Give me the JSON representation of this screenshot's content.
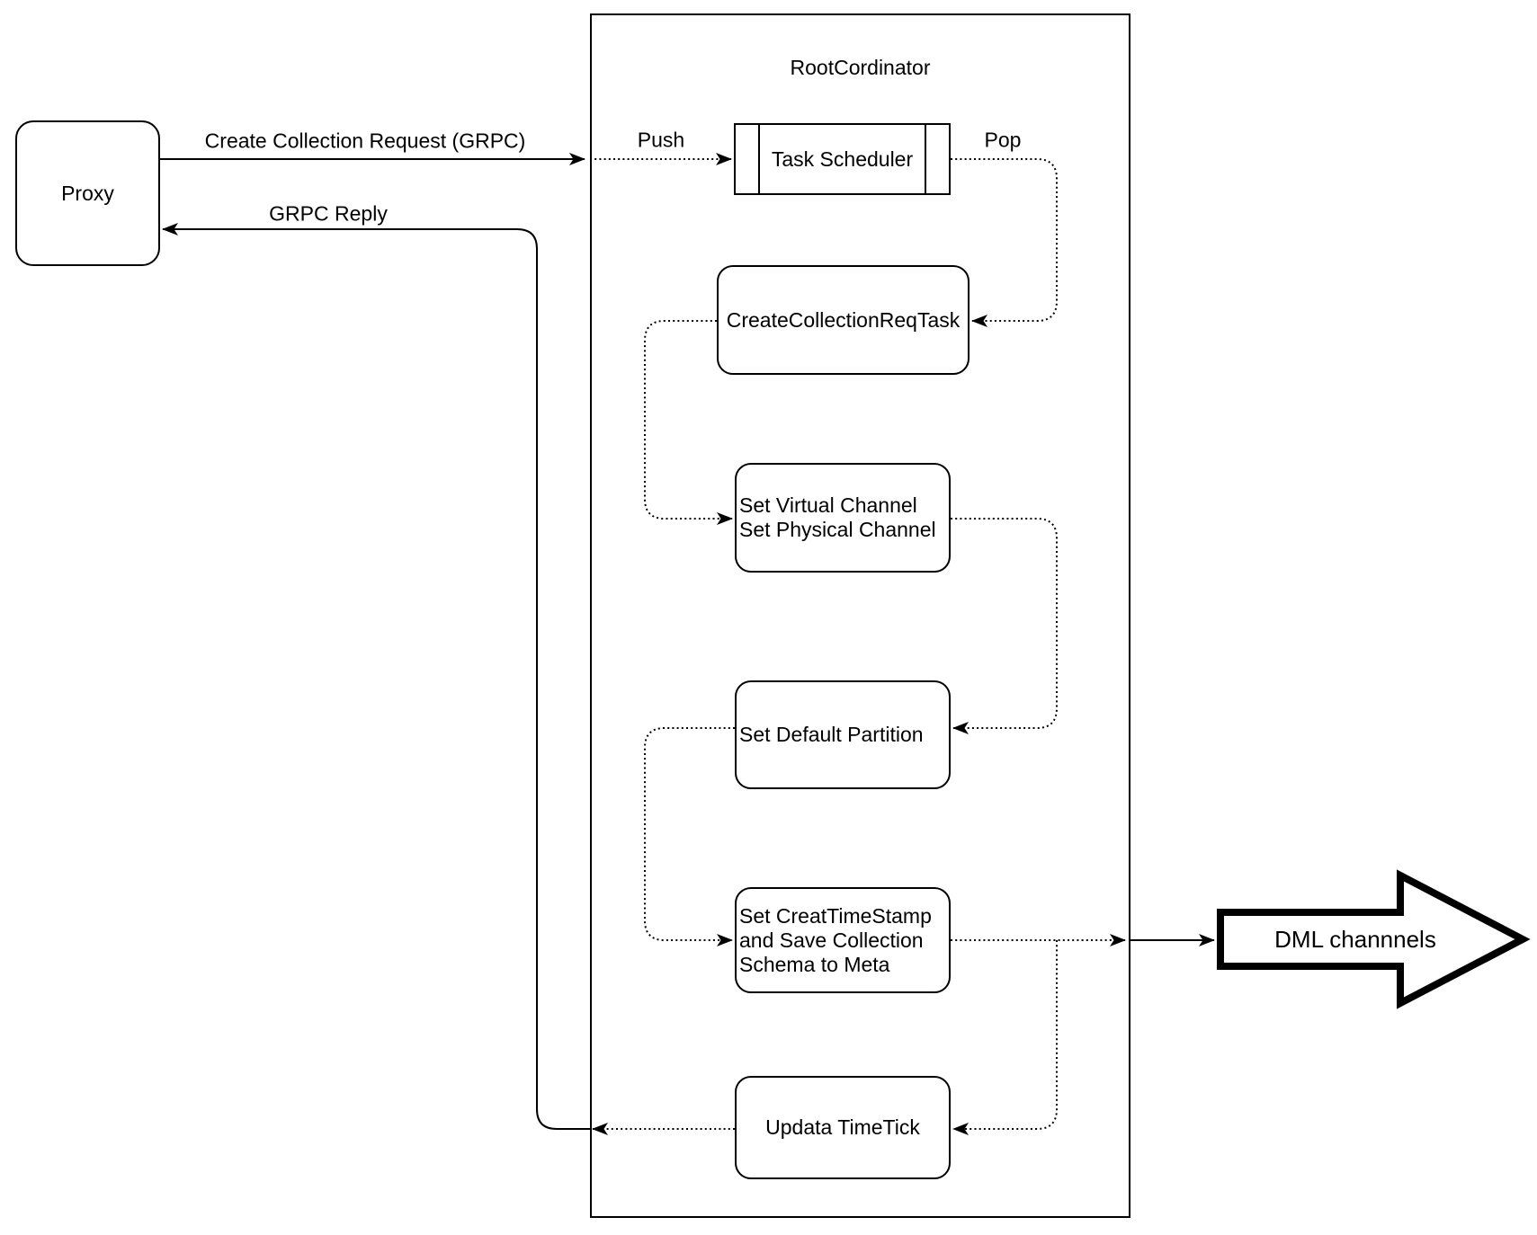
{
  "container": {
    "title": "RootCordinator"
  },
  "nodes": {
    "proxy": {
      "label": "Proxy"
    },
    "task_scheduler": {
      "label": "Task Scheduler"
    },
    "create_collection_req_task": {
      "label": "CreateCollectionReqTask"
    },
    "set_channels": {
      "lines": [
        "Set Virtual Channel",
        "Set Physical Channel"
      ]
    },
    "set_default_partition": {
      "label": "Set Default Partition"
    },
    "set_creat_timestamp": {
      "lines": [
        "Set CreatTimeStamp",
        "and Save Collection",
        "Schema to Meta"
      ]
    },
    "updata_timetick": {
      "label": "Updata TimeTick"
    },
    "dml_channels": {
      "label": "DML channnels"
    }
  },
  "edges": {
    "create_collection_request": {
      "label": "Create Collection Request (GRPC)"
    },
    "grpc_reply": {
      "label": "GRPC Reply"
    },
    "push": {
      "label": "Push"
    },
    "pop": {
      "label": "Pop"
    }
  },
  "colors": {
    "stroke": "#000000",
    "node_fill": "#ffffff",
    "background": "#ffffff"
  }
}
